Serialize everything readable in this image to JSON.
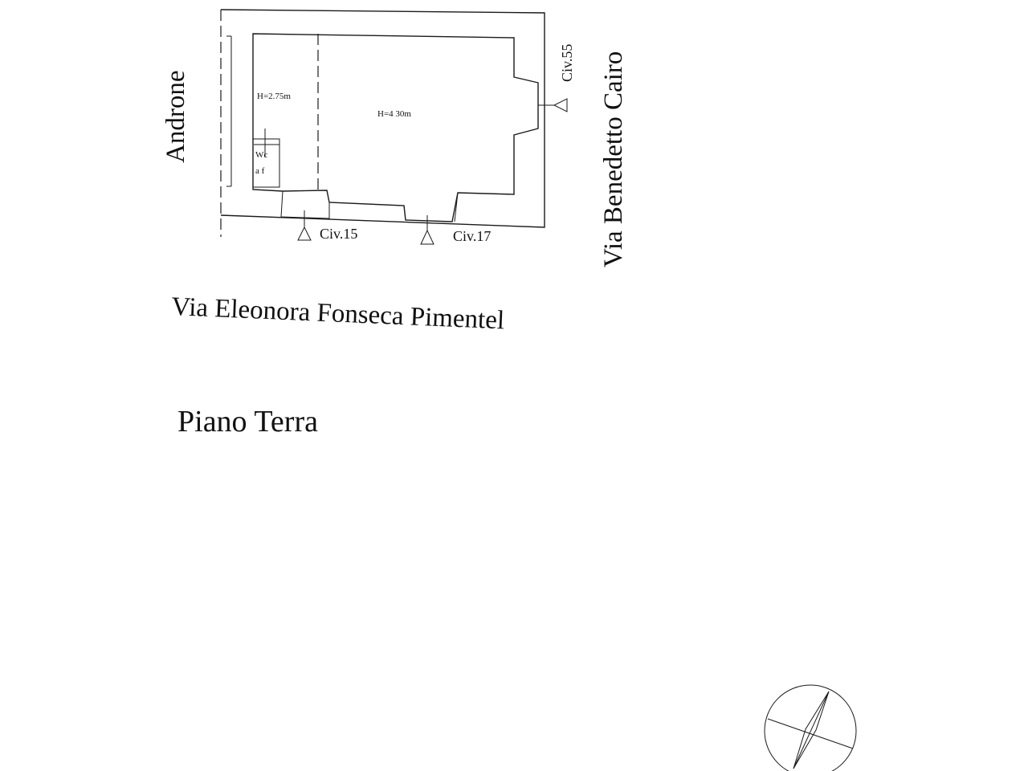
{
  "drawing": {
    "street_left": "Androne",
    "street_right": "Via Benedetto Cairo",
    "street_bottom": "Via Eleonora Fonseca Pimentel",
    "floor_name": "Piano Terra",
    "room_small_height": "H=2.75m",
    "room_large_height": "H=4 30m",
    "wc_line1": "Wc",
    "wc_line2": "a f",
    "entrance_civ15": "Civ.15",
    "entrance_civ17": "Civ.17",
    "entrance_civ55": "Civ.55"
  },
  "compass": {
    "icon": "north-arrow-compass-icon"
  }
}
